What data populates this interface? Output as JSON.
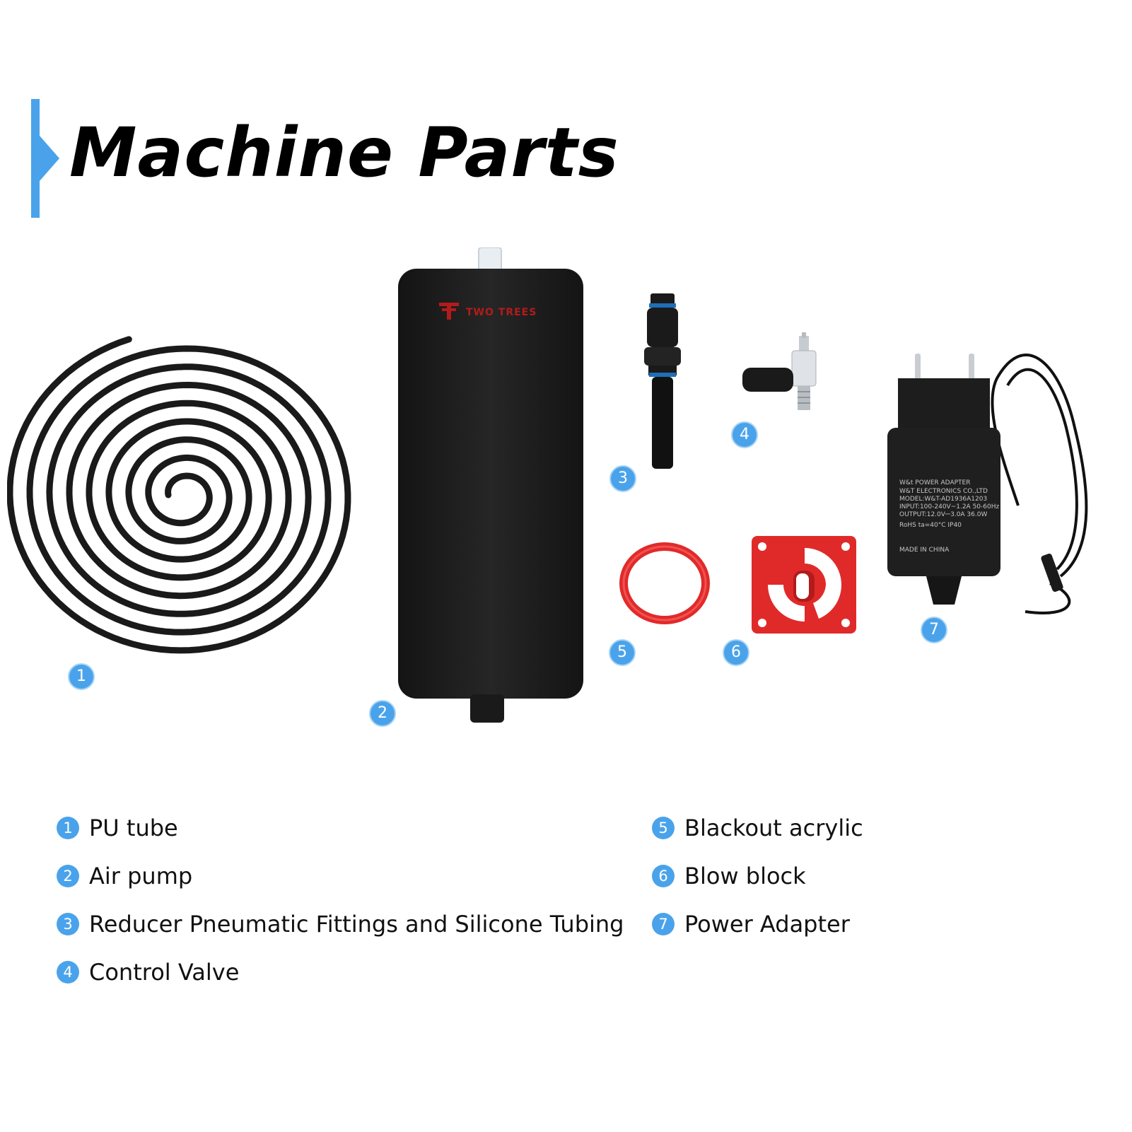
{
  "title": "Machine Parts",
  "pump_brand": "TWO TREES",
  "adapter_label": {
    "line1": "W&t POWER ADAPTER",
    "line2": "W&T ELECTRONICS CO.,LTD",
    "line3": "MODEL:W&T-AD1936A1203",
    "line4": "INPUT:100-240V~1.2A 50-60Hz",
    "line5": "OUTPUT:12.0V⎓3.0A 36.0W",
    "line6": "RoHS  ta=40°C  IP40",
    "line7": "MADE IN CHINA"
  },
  "parts": [
    {
      "num": "1",
      "label": "PU tube"
    },
    {
      "num": "2",
      "label": "Air pump"
    },
    {
      "num": "3",
      "label": "Reducer Pneumatic Fittings and Silicone Tubing"
    },
    {
      "num": "4",
      "label": "Control Valve"
    },
    {
      "num": "5",
      "label": "Blackout acrylic"
    },
    {
      "num": "6",
      "label": "Blow block"
    },
    {
      "num": "7",
      "label": "Power Adapter"
    }
  ],
  "colors": {
    "accent": "#4aa3ea",
    "pump_body": "#1f1f1f",
    "brand_red": "#b31b1b",
    "acrylic_red": "#e02a2a"
  }
}
